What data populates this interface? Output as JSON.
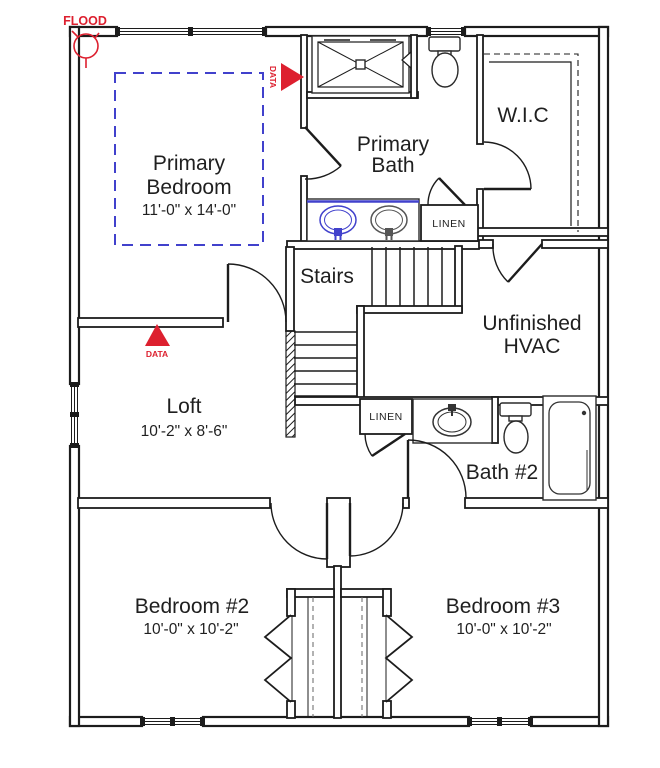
{
  "colors": {
    "wall": "#1c1c1c",
    "annotation_red": "#dd202f",
    "highlight_blue": "#4141cc",
    "text": "#1f1f1f",
    "background": "#ffffff"
  },
  "rooms": {
    "primary_bedroom": {
      "line1": "Primary",
      "line2": "Bedroom",
      "dims": "11'-0\" x 14'-0\""
    },
    "primary_bath": {
      "line1": "Primary",
      "line2": "Bath"
    },
    "wic": {
      "name": "W.I.C"
    },
    "stairs": {
      "name": "Stairs"
    },
    "unfinished_hvac": {
      "line1": "Unfinished",
      "line2": "HVAC"
    },
    "loft": {
      "name": "Loft",
      "dims": "10'-2\" x 8'-6\""
    },
    "bath_2": {
      "name": "Bath #2"
    },
    "bedroom_2": {
      "name": "Bedroom #2",
      "dims": "10'-0\" x 10'-2\""
    },
    "bedroom_3": {
      "name": "Bedroom #3",
      "dims": "10'-0\" x 10'-2\""
    },
    "linen_upper": {
      "name": "LINEN"
    },
    "linen_lower": {
      "name": "LINEN"
    }
  },
  "annotations": {
    "flood": {
      "label": "FLOOD"
    },
    "data_primary_bath": {
      "label": "DATA"
    },
    "data_loft": {
      "label": "DATA"
    }
  }
}
